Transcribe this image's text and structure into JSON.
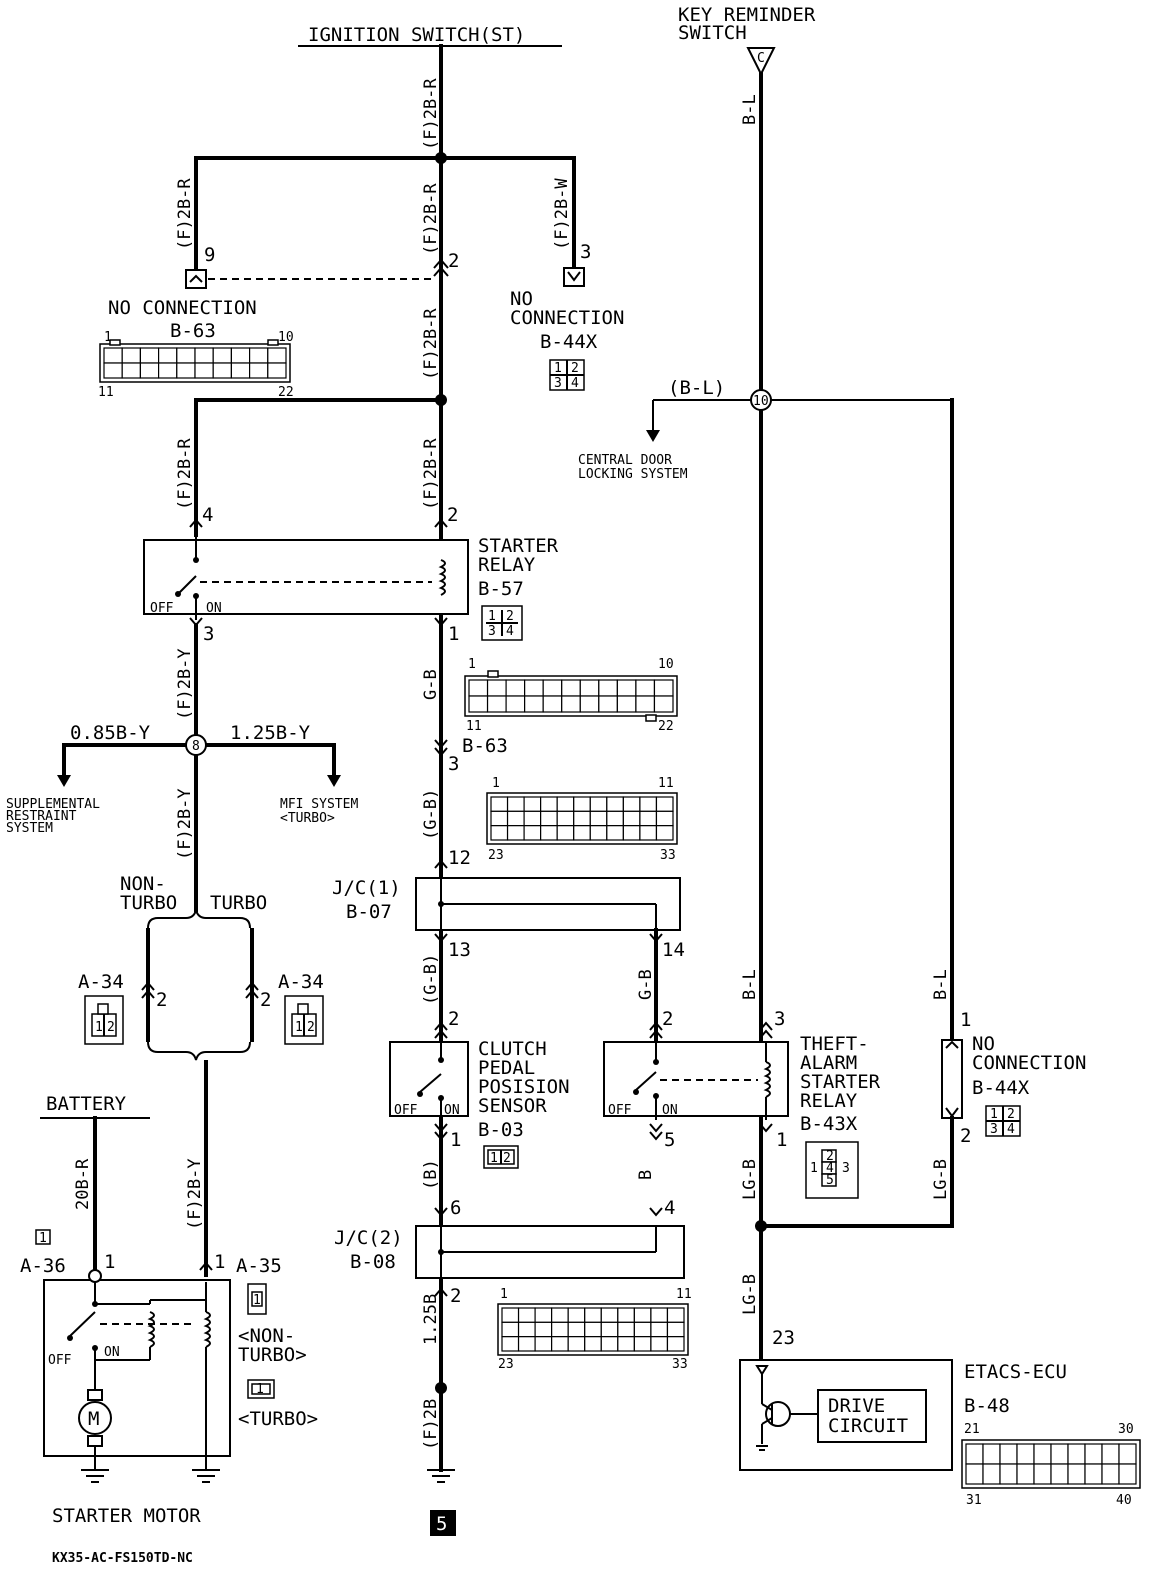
{
  "labels": {
    "ignition_switch": "IGNITION SWITCH(ST)",
    "key_reminder_1": "KEY REMINDER",
    "key_reminder_2": "SWITCH",
    "key_reminder_pin": "C",
    "no_connection": "NO CONNECTION",
    "no_1": "NO",
    "connection": "CONNECTION",
    "b63": "B-63",
    "b44x": "B-44X",
    "central_door_1": "CENTRAL DOOR",
    "central_door_2": "LOCKING SYSTEM",
    "starter_relay_1": "STARTER",
    "starter_relay_2": "RELAY",
    "b57": "B-57",
    "off": "OFF",
    "on": "ON",
    "srs_1": "SUPPLEMENTAL",
    "srs_2": "RESTRAINT",
    "srs_3": "SYSTEM",
    "mfi_1": "MFI SYSTEM",
    "mfi_2": "<TURBO>",
    "nonturbo_1": "NON-",
    "nonturbo_2": "TURBO",
    "turbo": "TURBO",
    "a34": "A-34",
    "jc1": "J/C(1)",
    "b07": "B-07",
    "jc2": "J/C(2)",
    "b08": "B-08",
    "clutch_1": "CLUTCH",
    "clutch_2": "PEDAL",
    "clutch_3": "POSISION",
    "clutch_4": "SENSOR",
    "b03": "B-03",
    "theft_1": "THEFT-",
    "theft_2": "ALARM",
    "theft_3": "STARTER",
    "theft_4": "RELAY",
    "b43x": "B-43X",
    "battery": "BATTERY",
    "a36": "A-36",
    "a35": "A-35",
    "a35_nonturbo_1": "<NON-",
    "a35_nonturbo_2": "TURBO>",
    "a35_turbo": "<TURBO>",
    "starter_motor": "STARTER MOTOR",
    "motor_symbol": "M",
    "etacs": "ETACS-ECU",
    "b48": "B-48",
    "drive_1": "DRIVE",
    "drive_2": "CIRCUIT",
    "ground_point": "5",
    "small_1": "1",
    "footer_code": "KX35-AC-FS150TD-NC"
  },
  "wires": {
    "f2br": "(F)2B-R",
    "f2bw": "(F)2B-W",
    "bl": "B-L",
    "bl_paren": "(B-L)",
    "f2by": "(F)2B-Y",
    "b085y": "0.85B-Y",
    "b125y": "1.25B-Y",
    "gb": "G-B",
    "gb_paren": "(G-B)",
    "b_paren": "(B)",
    "b": "B",
    "lgb": "LG-B",
    "r20b": "20B-R",
    "b125": "1.25B",
    "f2b": "(F)2B"
  },
  "pins": {
    "p1": "1",
    "p2": "2",
    "p3": "3",
    "p4": "4",
    "p5": "5",
    "p6": "6",
    "p8": "8",
    "p9": "9",
    "p10": "10",
    "p11": "11",
    "p12": "12",
    "p13": "13",
    "p14": "14",
    "p21": "21",
    "p22": "22",
    "p23": "23",
    "p30": "30",
    "p31": "31",
    "p33": "33",
    "p40": "40"
  }
}
